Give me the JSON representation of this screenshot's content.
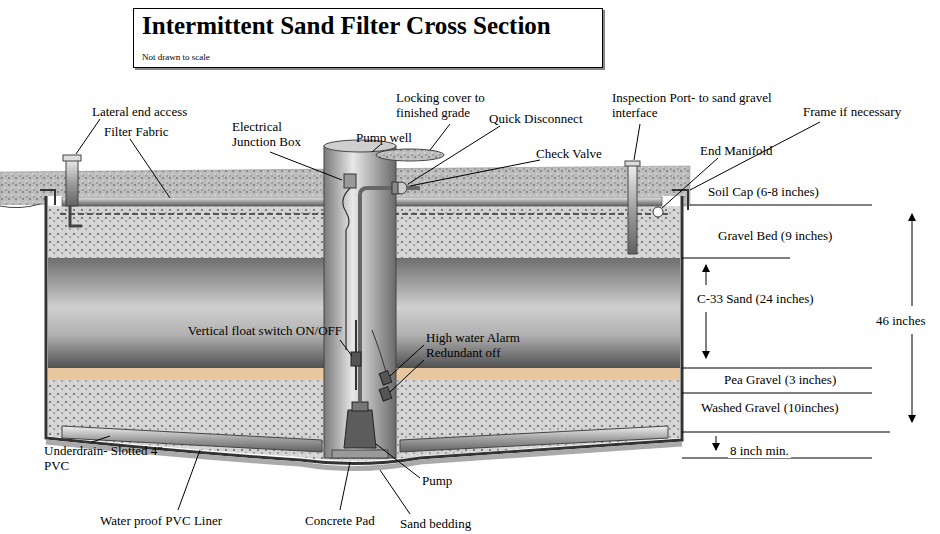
{
  "diagram": {
    "nodes": [
      {
        "text": [
          "Intermittent Sand Filter Cross Section",
          "Not drawn to scale"
        ]
      }
    ],
    "labels": [
      "Lateral end access",
      "Filter Fabric",
      "Electrical Junction Box",
      "Pump well",
      "Locking cover to finished grade",
      "Quick Disconnect",
      "Check Valve",
      "Inspection Port- to sand gravel interface",
      "Frame if necessary",
      "End Manifold",
      "Soil Cap (6-8 inches)",
      "Gravel Bed (9 inches)",
      "C-33 Sand (24 inches)",
      "46 inches",
      "Pea Gravel (3 inches)",
      "Washed Gravel (10inches)",
      "8 inch min.",
      "Vertical float switch ON/OFF",
      "High water Alarm Redundant off",
      "Underdrain- Slotted 4\" PVC",
      "Pump",
      "Water proof PVC Liner",
      "Concrete Pad",
      "Sand bedding"
    ]
  }
}
